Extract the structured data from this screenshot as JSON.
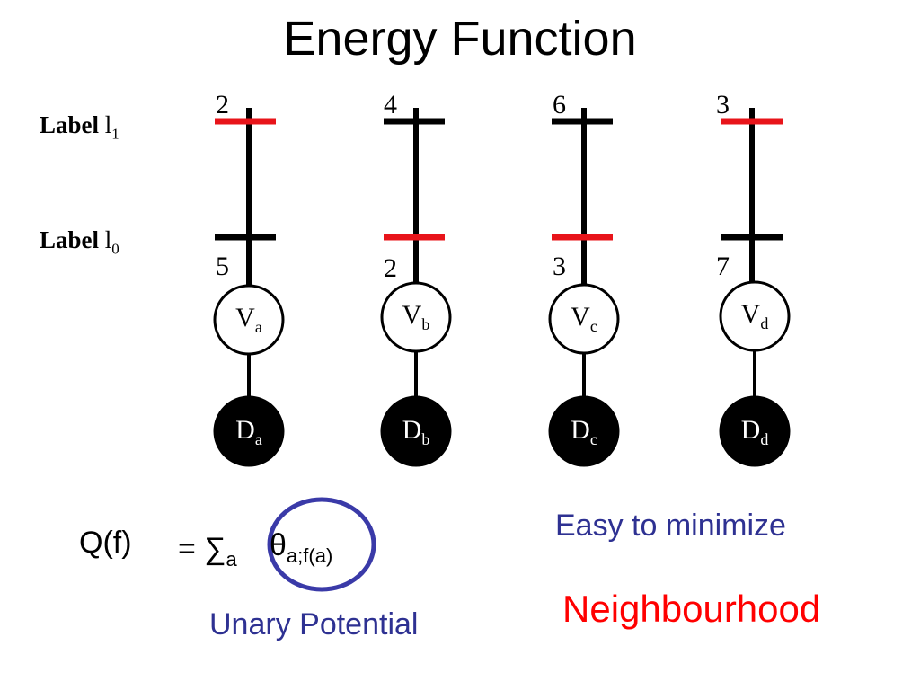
{
  "title": "Energy Function",
  "labels": {
    "l1": {
      "word": "Label",
      "var": "l",
      "sub": "1"
    },
    "l0": {
      "word": "Label",
      "var": "l",
      "sub": "0"
    }
  },
  "columns": [
    {
      "top": "2",
      "bottom": "5",
      "v": "V",
      "v_sub": "a",
      "d": "D",
      "d_sub": "a",
      "selected": "l1"
    },
    {
      "top": "4",
      "bottom": "2",
      "v": "V",
      "v_sub": "b",
      "d": "D",
      "d_sub": "b",
      "selected": "l0"
    },
    {
      "top": "6",
      "bottom": "3",
      "v": "V",
      "v_sub": "c",
      "d": "D",
      "d_sub": "c",
      "selected": "l0"
    },
    {
      "top": "3",
      "bottom": "7",
      "v": "V",
      "v_sub": "d",
      "d": "D",
      "d_sub": "d",
      "selected": "l1"
    }
  ],
  "equation": {
    "lhs": "Q(f)",
    "eq_sum": "= ∑",
    "sum_sub": "a",
    "theta": "θ",
    "theta_sub": "a;f(a)"
  },
  "notes": {
    "easy": "Easy to minimize",
    "neighbourhood": "Neighbourhood",
    "unary": "Unary Potential"
  },
  "colors": {
    "selected_tick": "#e8141a",
    "note_blue": "#2e3192",
    "note_red": "#ff0000",
    "circle_blue": "#3a3aa8"
  }
}
